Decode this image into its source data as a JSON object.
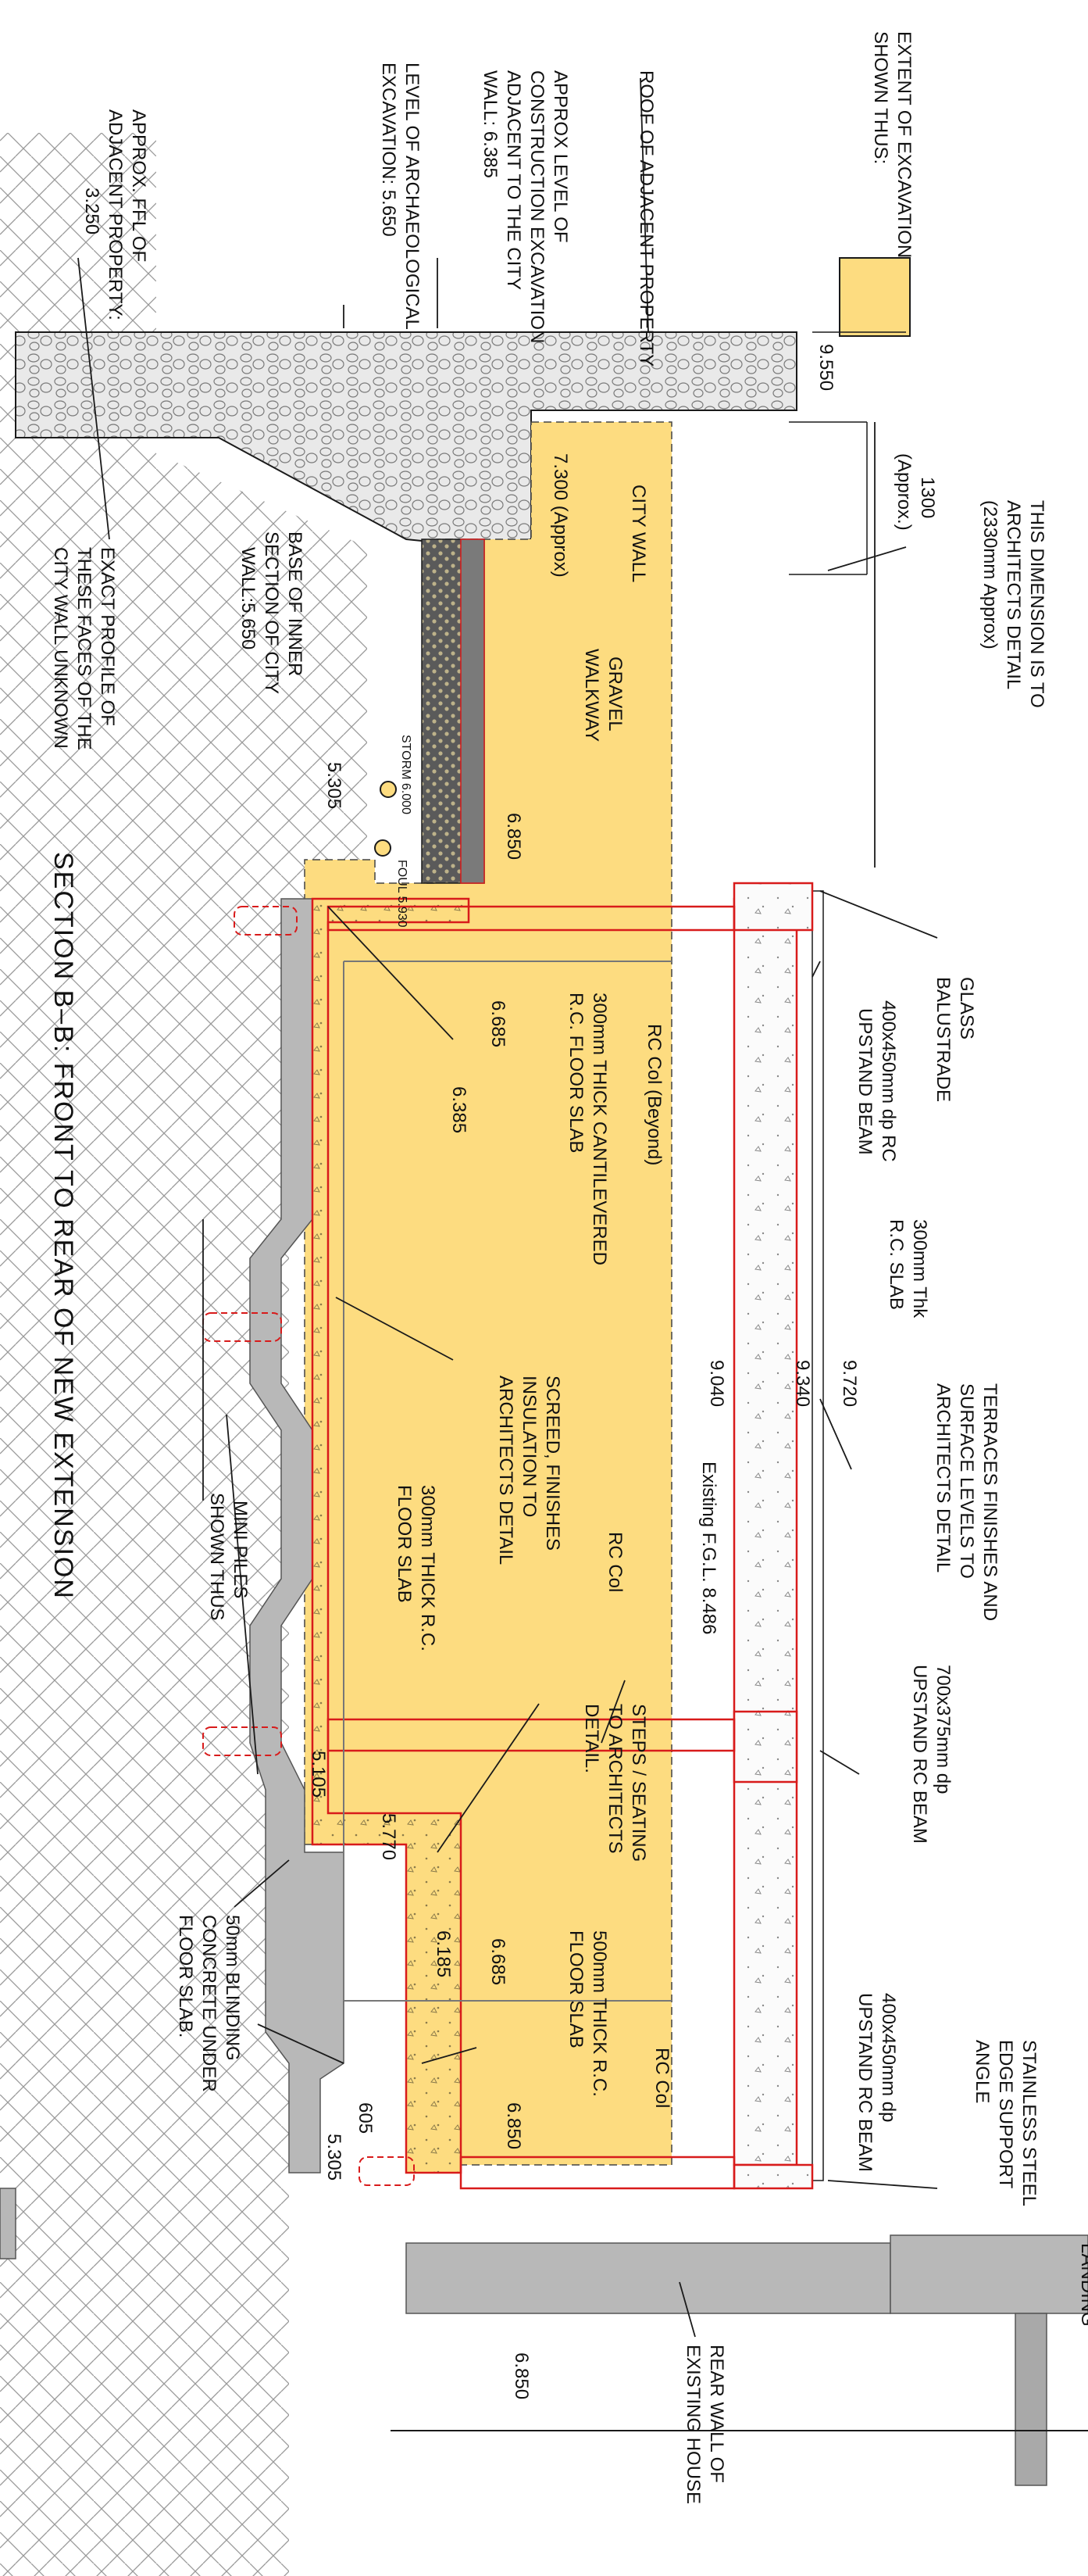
{
  "title": "SECTION B–B: FRONT TO REAR OF NEW EXTENSION",
  "legend": {
    "text_line1": "EXTENT OF EXCAVATION",
    "text_line2": "SHOWN THUS:",
    "swatch_color": "#fddc80"
  },
  "colors": {
    "excavation_fill": "#fddc80",
    "structure_outline": "#d81b1b",
    "line": "#1a1a1a",
    "existing_grey": "#b8b8b8",
    "concrete": "#f7f7f7"
  },
  "levels": {
    "roof_adjacent": "9.550",
    "city_wall_top": "7.300 (Approx)",
    "storm": "STORM 6.000",
    "foul": "FOUL 5.930",
    "slab_685_a": "6.685",
    "slab_385": "6.385",
    "level_6850_a": "6.850",
    "level_5305_a": "5.305",
    "terrace_9720": "9.720",
    "terrace_9340": "9.340",
    "terrace_9040": "9.040",
    "fgl": "Existing F.G.L. 8.486",
    "level_5105": "5.105",
    "level_5770": "5.770",
    "level_6185": "6.185",
    "slab_685_b": "6.685",
    "level_6850_b": "6.850",
    "level_605": "605",
    "level_5305_b": "5.305",
    "level_6850_c": "6.850"
  },
  "labels": {
    "roof_adjacent": "ROOF OF ADJACENT PROPERTY",
    "approx_construction": [
      "APPROX LEVEL OF",
      "CONSTRUCTION EXCAVATION",
      "ADJACENT TO THE CITY",
      "WALL: 6.385"
    ],
    "archaeological": [
      "LEVEL OF ARCHAEOLOGICAL",
      "EXCAVATION: 5.650"
    ],
    "adjacent_ffl": [
      "APPROX. FFL OF",
      "ADJACENT PROPERTY:",
      "3.250"
    ],
    "exact_profile": [
      "EXACT PROFILE OF",
      "THESE FACES OF THE",
      "CITY WALL UNKNOWN"
    ],
    "base_inner": [
      "BASE OF INNER",
      "SECTION OF CITY",
      "WALL:5.650"
    ],
    "city_wall": "CITY WALL",
    "gravel_walkway": [
      "GRAVEL",
      "WALKWAY"
    ],
    "dimension_note": [
      "THIS DIMENSION IS TO",
      "ARCHITECTS DETAIL",
      "(2330mm Approx)"
    ],
    "dim_1300": [
      "1300",
      "(Approx.)"
    ],
    "glass_balustrade": [
      "GLASS",
      "BALUSTRADE"
    ],
    "upstand_beam_1": [
      "400x450mm dp RC",
      "UPSTAND BEAM"
    ],
    "rc_col_beyond": "RC Col (Beyond)",
    "cantilever_slab": [
      "300mm THICK CANTILEVERED",
      "R.C. FLOOR SLAB"
    ],
    "rc_slab_300": [
      "300mm Thk",
      "R.C. SLAB"
    ],
    "terraces_note": [
      "TERRACES FINISHES AND",
      "SURFACE LEVELS TO",
      "ARCHITECTS DETAIL"
    ],
    "screed_note": [
      "SCREED, FINISHES",
      "INSULATION TO",
      "ARCHITECTS DETAIL"
    ],
    "floor_slab_300": [
      "300mm THICK R.C.",
      "FLOOR SLAB"
    ],
    "rc_col": "RC Col",
    "mini_piles": [
      "MINI PILES",
      "SHOWN THUS"
    ],
    "upstand_beam_2": [
      "700x375mm dp",
      "UPSTAND RC BEAM"
    ],
    "steps_note": [
      "STEPS / SEATING",
      "TO ARCHITECTS",
      "DETAIL."
    ],
    "floor_slab_500": [
      "500mm THICK R.C.",
      "FLOOR SLAB"
    ],
    "rc_col_2": "RC Col",
    "blinding": [
      "50mm BLINDING",
      "CONCRETE UNDER",
      "FLOOR SLAB."
    ],
    "upstand_beam_3": [
      "400x450mm dp",
      "UPSTAND RC BEAM"
    ],
    "stainless_angle": [
      "STAINLESS STEEL",
      "EDGE SUPPORT",
      "ANGLE"
    ],
    "rear_wall": [
      "REAR WALL OF",
      "EXISTING HOUSE"
    ],
    "landing": "LANDING"
  }
}
